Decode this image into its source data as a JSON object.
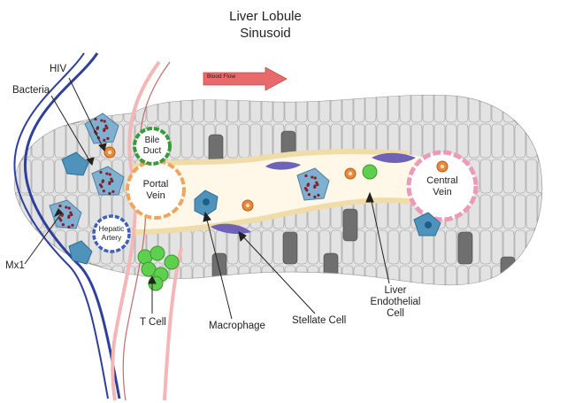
{
  "title": {
    "line1": "Liver Lobule",
    "line2": "Sinusoid"
  },
  "blood_flow_label": "Blood Flow",
  "structures": {
    "bile_duct": [
      "Bile",
      "Duct"
    ],
    "portal_vein": [
      "Portal",
      "Vein"
    ],
    "hepatic_artery": [
      "Hepatic",
      "Artery"
    ],
    "central_vein": [
      "Central",
      "Vein"
    ]
  },
  "labels": {
    "hiv": "HIV",
    "bacteria": "Bacteria",
    "mx1": "Mx1",
    "t_cell": "T Cell",
    "macrophage": "Macrophage",
    "stellate_cell": "Stellate Cell",
    "liver_endothelial_cell": [
      "Liver",
      "Endothelial",
      "Cell"
    ]
  },
  "colors": {
    "hepatocyte": "#e3e3e3",
    "hepatocyte_stroke": "#9a9a9a",
    "dark_hepatocyte": "#6f6f6f",
    "sinusoid": "#fff8e8",
    "endothelial": "#f4e7c0",
    "portal_vein": "#f2a45a",
    "bile_duct": "#3a9a3a",
    "hepatic_artery": "#3f5fb8",
    "central_vein": "#ec9ab8",
    "nerve_blue": "#2e3f9e",
    "nerve_pink": "#f4b6b6",
    "macrophage": "#4f93bd",
    "stellate": "#6f63b8",
    "t_cell": "#5fcf4f",
    "hiv": "#e58a3a",
    "bacteria": "#8b1a2a",
    "arrow": "#e86a6a"
  }
}
